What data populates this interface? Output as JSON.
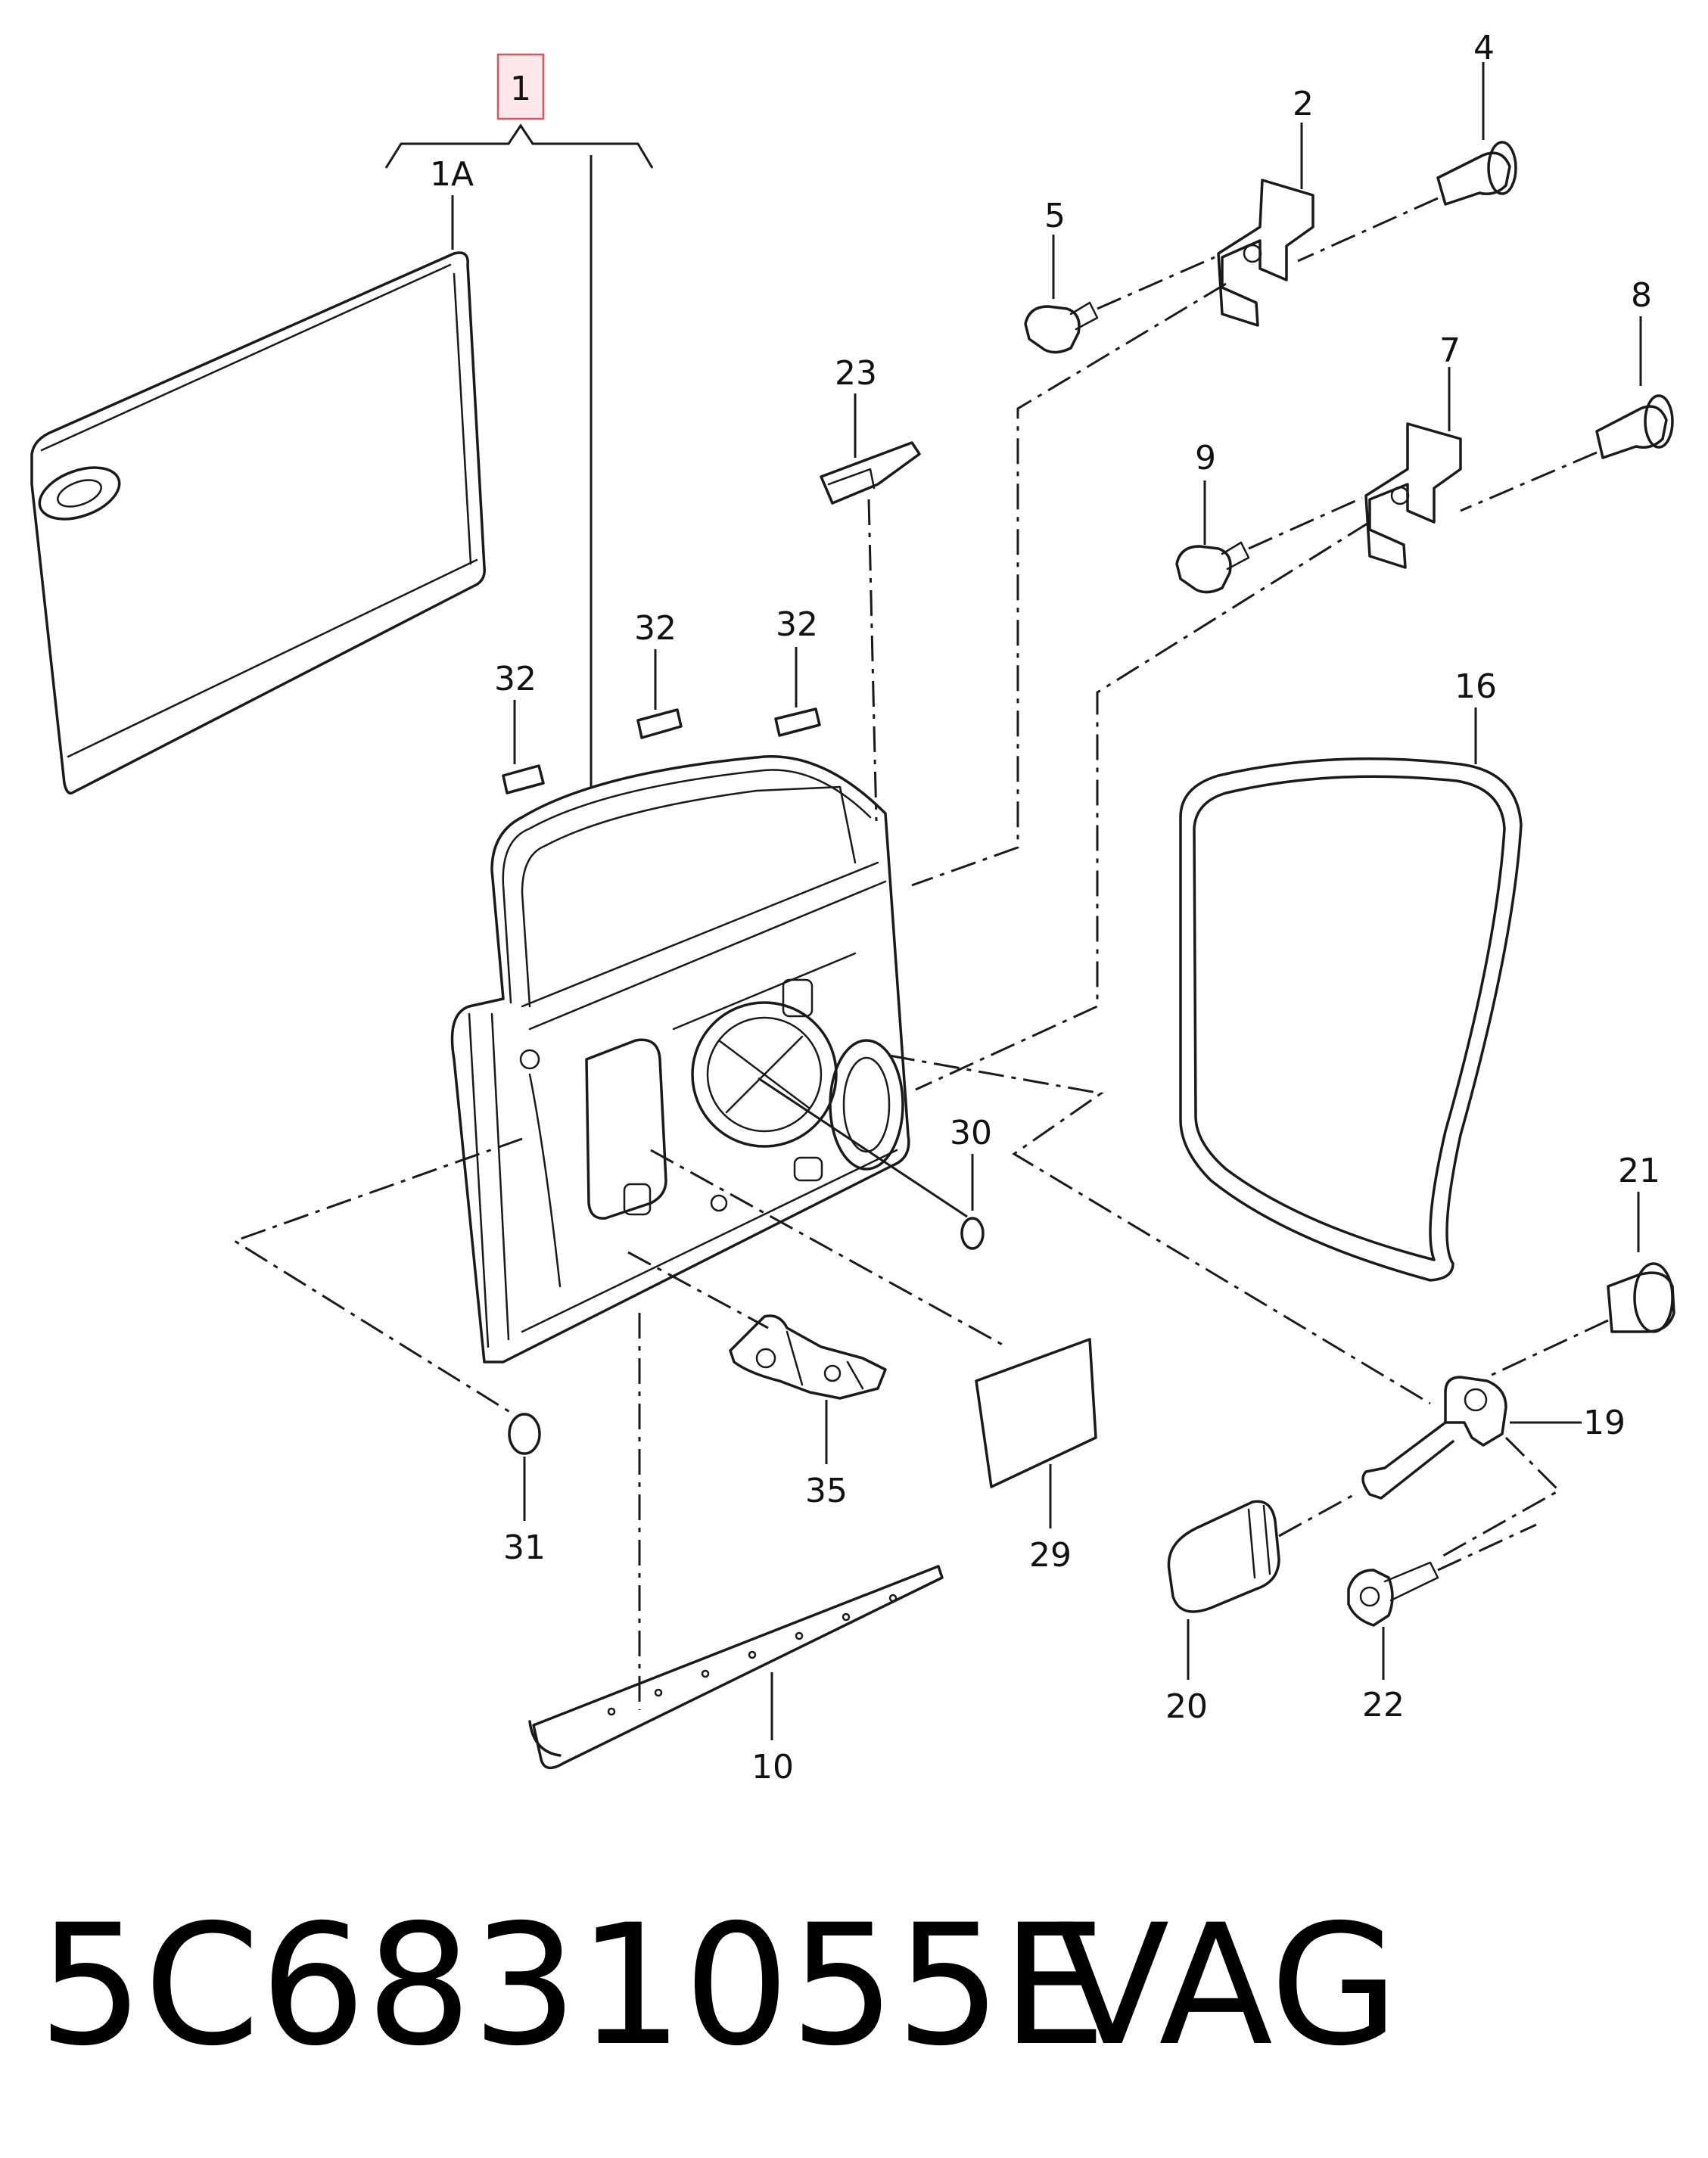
{
  "callouts": {
    "c1": "1",
    "c1A": "1A",
    "c2": "2",
    "c4": "4",
    "c5": "5",
    "c7": "7",
    "c8": "8",
    "c9": "9",
    "c10": "10",
    "c16": "16",
    "c19": "19",
    "c20": "20",
    "c21": "21",
    "c22": "22",
    "c23": "23",
    "c29": "29",
    "c30": "30",
    "c31": "31",
    "c32a": "32",
    "c32b": "32",
    "c32c": "32",
    "c35": "35"
  },
  "footer": {
    "part_number": "5C6831055E",
    "brand": "VAG"
  },
  "colors": {
    "highlight_fill": "#fde7ea",
    "highlight_stroke": "#d9545f",
    "line": "#1a1a1a"
  }
}
